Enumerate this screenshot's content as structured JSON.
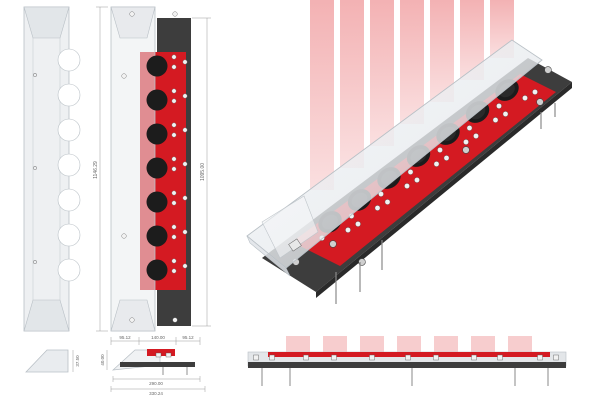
{
  "dimensions": {
    "overall_height": "1146.29",
    "overall_length": "1095.00",
    "left_margin": "95.12",
    "center_width": "140.00",
    "right_margin": "95.12",
    "profile_height": "40.00",
    "profile_depth": "37.50",
    "base_width": "290.00",
    "total_width": "330.24"
  },
  "ports": {
    "count": 7
  },
  "colors": {
    "acrylic": "#e9ecef",
    "acrylic_edge": "#b9c0c6",
    "base_plate": "#3d3d3d",
    "gasket": "#d41a22",
    "hole": "#1c1c1c",
    "screw": "#f2f2f2",
    "light_beam": "#f1a4a6",
    "dim_line": "#9a9a9a"
  }
}
